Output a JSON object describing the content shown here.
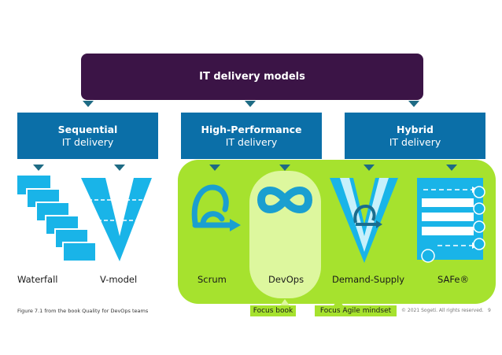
{
  "title": "IT delivery models",
  "categories": [
    {
      "title": "Sequential",
      "subtitle": "IT delivery"
    },
    {
      "title": "High-Performance",
      "subtitle": "IT delivery"
    },
    {
      "title": "Hybrid",
      "subtitle": "IT delivery"
    }
  ],
  "models": [
    "Waterfall",
    "V-model",
    "Scrum",
    "DevOps",
    "Demand-Supply",
    "SAFe®"
  ],
  "focus": {
    "book": "Focus book",
    "mindset": "Focus Agile mindset"
  },
  "footer": {
    "caption": "Figure 7.1 from the book Quality for DevOps teams",
    "copyright": "© 2021 Sogeti. All rights reserved.",
    "page": "9"
  },
  "colors": {
    "purple": "#3b1446",
    "blue": "#0b6fa8",
    "lightblue": "#19b4e8",
    "green": "#a6e22e",
    "lightgreen": "#ddf79e"
  }
}
